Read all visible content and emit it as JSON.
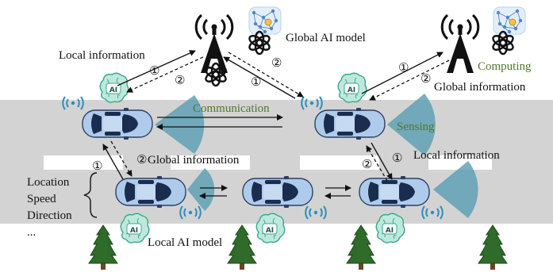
{
  "labels": {
    "global_ai_model": "Global AI model",
    "local_information_top": "Local information",
    "communication": "Communication",
    "sensing": "Sensing",
    "computing": "Computing",
    "global_information_top": "Global information",
    "global_information_left": "Global information",
    "local_information_right": "Local information",
    "local_ai_model": "Local AI model",
    "attributes": [
      "Location",
      "Speed",
      "Direction",
      "..."
    ]
  },
  "step_markers": {
    "one": "①",
    "two": "②"
  },
  "badges": {
    "ai": "AI"
  },
  "colors": {
    "road": "#d3d3d3",
    "lane_marking": "#ffffff",
    "car_body": "#aecbec",
    "car_window": "#1b2d4e",
    "sensing_beam": "#5b9fb5",
    "wifi_signal": "#2a8fbd",
    "tower": "#111111",
    "brain": "#bfe8dc",
    "brain_stroke": "#3aa88c",
    "tree": "#2f6b2a",
    "network_node": "#b7d2ef",
    "green_text": "#4e7a2a"
  },
  "icons": {
    "tower": "cell-tower-icon",
    "global_model": "neural-network-icon",
    "chatbot": "openai-knot-icon",
    "local_model": "ai-brain-icon",
    "signal": "wifi-signal-icon",
    "tree": "pine-tree-icon",
    "vehicle": "car-icon"
  }
}
